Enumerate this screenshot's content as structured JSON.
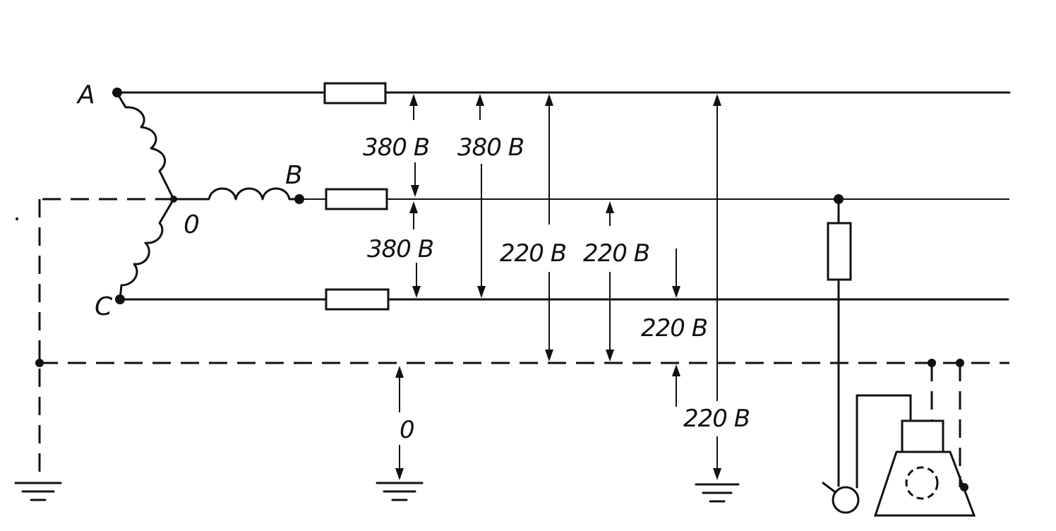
{
  "nodes": {
    "a": "A",
    "b": "B",
    "c": "C",
    "o": "0"
  },
  "voltages": {
    "ab": "380 B",
    "ac": "380 B",
    "bc": "380 B",
    "a_n": "220 B",
    "b_n": "220 B",
    "c_n": "220 B",
    "a_ground": "220 B",
    "n_ground": "0"
  }
}
